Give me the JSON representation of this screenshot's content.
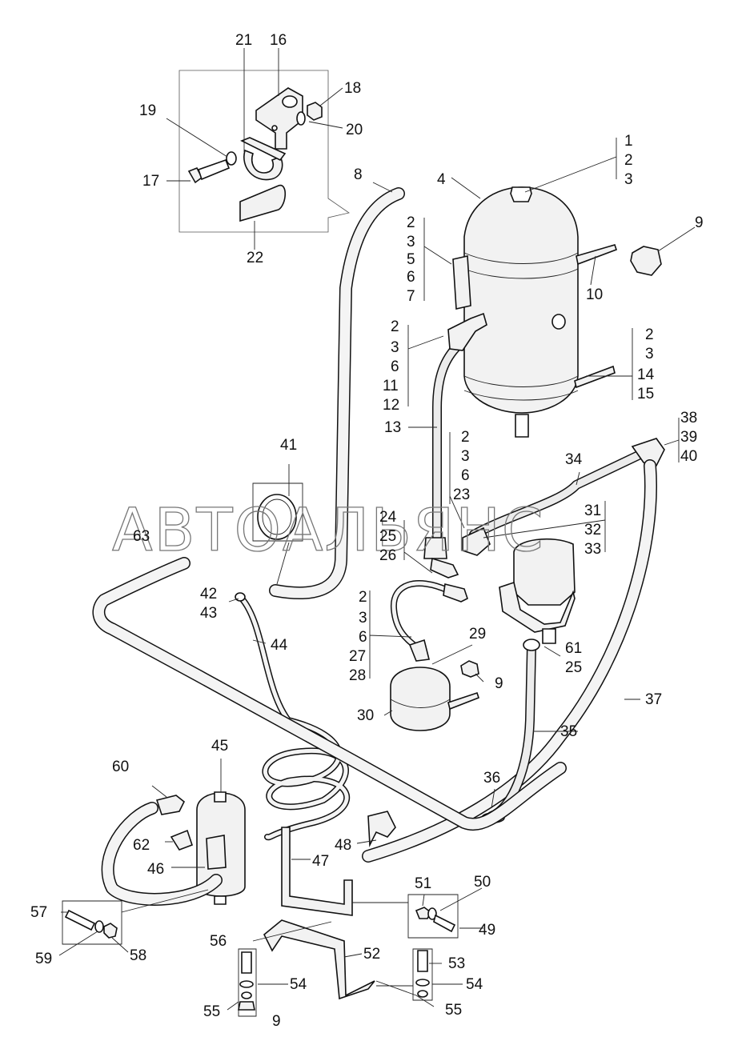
{
  "watermark": "АВТОАЛЬЯНС",
  "labels": {
    "l1": "1",
    "l2a": "2",
    "l3a": "3",
    "l4": "4",
    "l2b": "2",
    "l3b": "3",
    "l5": "5",
    "l6a": "6",
    "l7": "7",
    "l8": "8",
    "l9a": "9",
    "l10": "10",
    "l2c": "2",
    "l3c": "3",
    "l6b": "6",
    "l11": "11",
    "l12": "12",
    "l13": "13",
    "l2d": "2",
    "l3d": "3",
    "l14": "14",
    "l15": "15",
    "l16": "16",
    "l17": "17",
    "l18": "18",
    "l19": "19",
    "l20": "20",
    "l21": "21",
    "l22": "22",
    "l2e": "2",
    "l3e": "3",
    "l6c": "6",
    "l23": "23",
    "l24": "24",
    "l25a": "25",
    "l26": "26",
    "l2f": "2",
    "l3f": "3",
    "l6d": "6",
    "l27": "27",
    "l28": "28",
    "l29": "29",
    "l30": "30",
    "l9b": "9",
    "l31": "31",
    "l32": "32",
    "l33": "33",
    "l34": "34",
    "l35": "35",
    "l36": "36",
    "l37": "37",
    "l38": "38",
    "l39": "39",
    "l40": "40",
    "l41": "41",
    "l42": "42",
    "l43": "43",
    "l44": "44",
    "l45": "45",
    "l46": "46",
    "l47": "47",
    "l48": "48",
    "l49": "49",
    "l50": "50",
    "l51": "51",
    "l52": "52",
    "l53": "53",
    "l54a": "54",
    "l54b": "54",
    "l55a": "55",
    "l55b": "55",
    "l56": "56",
    "l57": "57",
    "l58": "58",
    "l59": "59",
    "l60": "60",
    "l61": "61",
    "l25b": "25",
    "l62": "62",
    "l63": "63",
    "l9c": "9"
  }
}
